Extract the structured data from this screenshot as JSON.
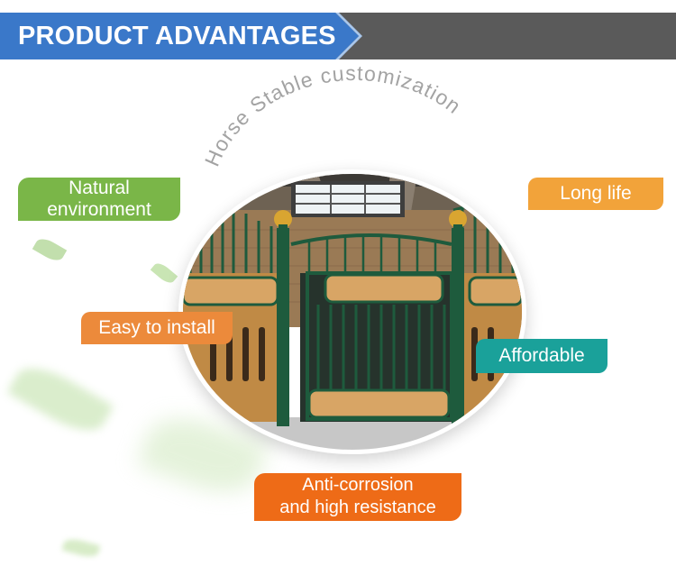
{
  "banner": {
    "title": "PRODUCT ADVANTAGES"
  },
  "center": {
    "arc_text": "Horse Stable customization",
    "image": "horse-stable-photo"
  },
  "tags": {
    "natural": {
      "line1": "Natural",
      "line2": "environment"
    },
    "long_life": "Long life",
    "easy": "Easy to install",
    "affordable": "Affordable",
    "anti": {
      "line1": "Anti-corrosion",
      "line2": "and high resistance"
    }
  },
  "colors": {
    "banner_blue": "#3a78c9",
    "banner_dark": "#5a5a5a",
    "green": "#7ab648",
    "yellow_orange": "#f2a33a",
    "orange": "#ec8a3b",
    "teal": "#1aa19a",
    "deep_orange": "#ee6b17"
  }
}
